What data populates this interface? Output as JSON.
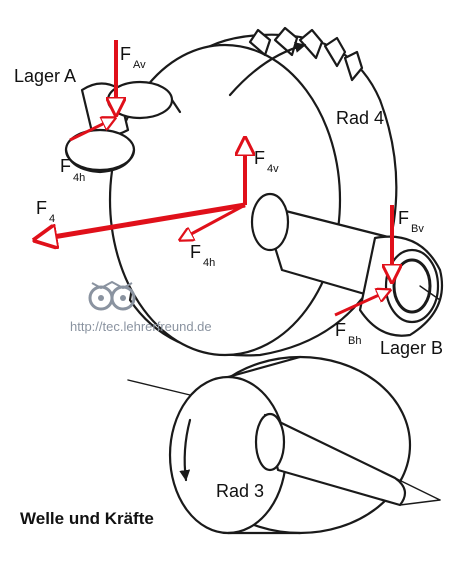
{
  "labels": {
    "lager_a": "Lager A",
    "lager_b": "Lager B",
    "rad_4": "Rad 4",
    "rad_3": "Rad 3",
    "title": "Welle und Kräfte",
    "url": "http://tec.lehrerfreund.de"
  },
  "forces": {
    "f_av": {
      "main": "F",
      "sub": "Av"
    },
    "f_4h_a": {
      "main": "F",
      "sub": "4h"
    },
    "f_4v": {
      "main": "F",
      "sub": "4v"
    },
    "f_4": {
      "main": "F",
      "sub": "4"
    },
    "f_4h": {
      "main": "F",
      "sub": "4h"
    },
    "f_bv": {
      "main": "F",
      "sub": "Bv"
    },
    "f_bh": {
      "main": "F",
      "sub": "Bh"
    }
  },
  "colors": {
    "force": "#e0101a",
    "ink": "#1a1a1a",
    "logo": "#8a93a0"
  }
}
